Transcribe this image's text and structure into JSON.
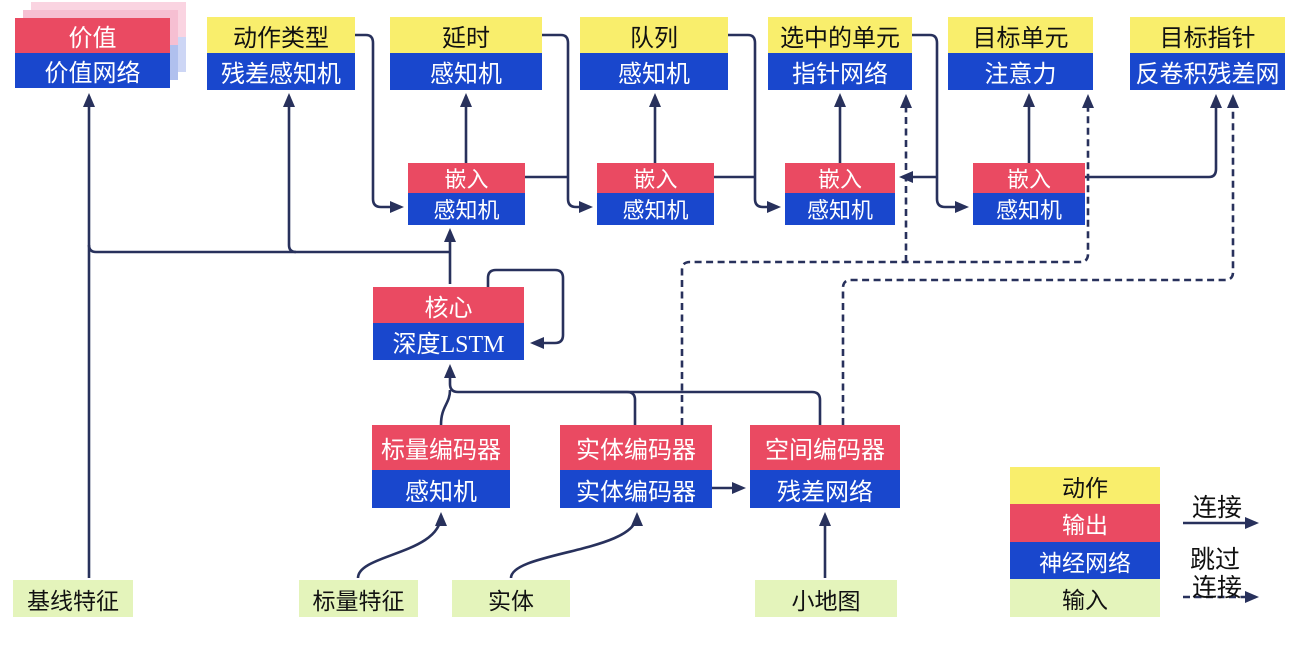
{
  "diagram": {
    "heads": [
      {
        "kind": "output",
        "top": "价值",
        "bottom": "价值网络"
      },
      {
        "kind": "action",
        "top": "动作类型",
        "bottom": "残差感知机"
      },
      {
        "kind": "action",
        "top": "延时",
        "bottom": "感知机"
      },
      {
        "kind": "action",
        "top": "队列",
        "bottom": "感知机"
      },
      {
        "kind": "action",
        "top": "选中的单元",
        "bottom": "指针网络"
      },
      {
        "kind": "action",
        "top": "目标单元",
        "bottom": "注意力"
      },
      {
        "kind": "action",
        "top": "目标指针",
        "bottom": "反卷积残差网"
      }
    ],
    "embeds": [
      {
        "top": "嵌入",
        "bottom": "感知机"
      },
      {
        "top": "嵌入",
        "bottom": "感知机"
      },
      {
        "top": "嵌入",
        "bottom": "感知机"
      },
      {
        "top": "嵌入",
        "bottom": "感知机"
      }
    ],
    "core": {
      "top": "核心",
      "bottom": "深度LSTM"
    },
    "encoders": [
      {
        "top": "标量编码器",
        "bottom": "感知机"
      },
      {
        "top": "实体编码器",
        "bottom": "实体编码器"
      },
      {
        "top": "空间编码器",
        "bottom": "残差网络"
      }
    ],
    "inputs": [
      {
        "label": "基线特征"
      },
      {
        "label": "标量特征"
      },
      {
        "label": "实体"
      },
      {
        "label": "小地图"
      }
    ],
    "legend": {
      "rows": [
        {
          "label": "动作",
          "kind": "action"
        },
        {
          "label": "输出",
          "kind": "output"
        },
        {
          "label": "神经网络",
          "kind": "network"
        },
        {
          "label": "输入",
          "kind": "input"
        }
      ],
      "solid_arrow_label": "连接",
      "dashed_arrow_label_line1": "跳过",
      "dashed_arrow_label_line2": "连接"
    },
    "colors": {
      "action_yellow": "#f9ee6c",
      "output_red": "#ea4a62",
      "network_blue": "#1947cd",
      "input_green": "#e4f4bb",
      "connector_navy": "#28315c",
      "value_shadow_pink": "#f6bfd2",
      "value_shadow_blue": "#b0c0ee"
    }
  }
}
